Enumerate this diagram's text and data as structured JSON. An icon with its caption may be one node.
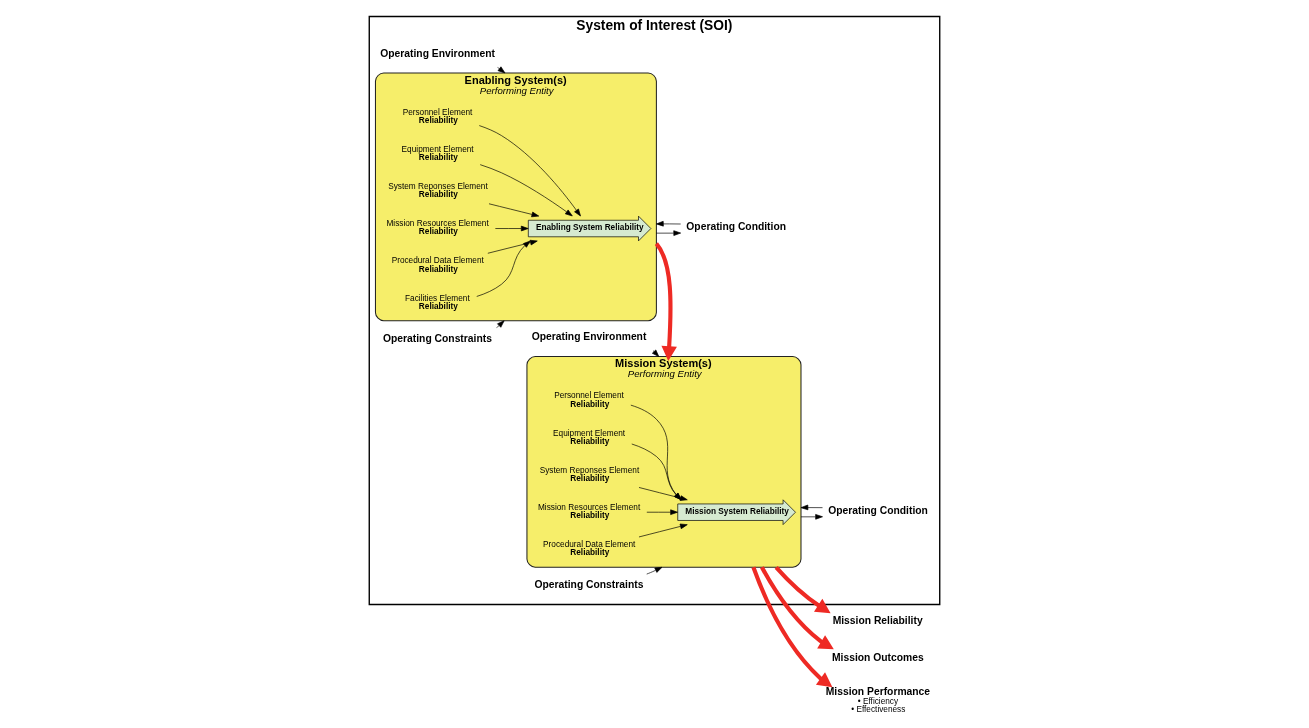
{
  "diagram": {
    "nodes": [
      {
        "text": [
          "System of Interest (SOI)"
        ]
      },
      {
        "text": [
          "Operating Environment"
        ],
        "in": 0
      },
      {
        "text": [
          "Operating Constraints"
        ],
        "in": 0
      },
      {
        "text": [
          "Enabling System(s)",
          "Performing Entity"
        ],
        "in": 0
      },
      {
        "text": [
          "Personnel Element",
          "Reliability"
        ],
        "in": 3
      },
      {
        "text": [
          "Equipment Element",
          "Reliability"
        ],
        "in": 3
      },
      {
        "text": [
          "System Reponses Element",
          "Reliability"
        ],
        "in": 3
      },
      {
        "text": [
          "Enabling System Reliability"
        ],
        "in": 3
      },
      {
        "text": [
          "Mission Resources Element",
          "Reliability"
        ],
        "in": 3
      },
      {
        "text": [
          "Procedural Data Element",
          "Reliability"
        ],
        "in": 3
      },
      {
        "text": [
          "Facilities Element",
          "Reliability"
        ],
        "in": 3
      },
      {
        "text": [
          "Operating Environment"
        ],
        "in": 0
      },
      {
        "text": [
          "Operating Constraints"
        ],
        "in": 0
      },
      {
        "text": [
          "Mission System(s)",
          "Performing Entity"
        ],
        "in": 0
      },
      {
        "text": [
          "Personnel Element",
          "Reliability"
        ],
        "in": 13
      },
      {
        "text": [
          "Equipment Element",
          "Reliability"
        ],
        "in": 13
      },
      {
        "text": [
          "System Reponses Element",
          "Reliability"
        ],
        "in": 13
      },
      {
        "text": [
          "Mission System Reliability"
        ],
        "in": 13
      },
      {
        "text": [
          "Mission Resources Element",
          "Reliability"
        ],
        "in": 13
      },
      {
        "text": [
          "Procedural Data Element",
          "Reliability"
        ],
        "in": 13
      },
      {
        "text": [
          "Operating Condition"
        ],
        "in": 0
      },
      {
        "text": [
          "Operating Condition"
        ],
        "in": 0
      },
      {
        "text": [
          "Mission Reliability"
        ]
      },
      {
        "text": [
          "Mission Outcomes"
        ]
      },
      {
        "text": [
          "Mission Performance",
          "• Efficiency",
          "• Effectiveness"
        ]
      }
    ],
    "edges": [
      {
        "from": 1,
        "to": 3,
        "arrow": "to"
      },
      {
        "from": 2,
        "to": 3,
        "arrow": "to"
      },
      {
        "from": 4,
        "to": 7,
        "arrow": "to"
      },
      {
        "from": 5,
        "to": 7,
        "arrow": "to"
      },
      {
        "from": 6,
        "to": 7,
        "arrow": "to"
      },
      {
        "from": 8,
        "to": 7,
        "arrow": "to"
      },
      {
        "from": 9,
        "to": 7,
        "arrow": "to"
      },
      {
        "from": 10,
        "to": 7,
        "arrow": "to"
      },
      {
        "from": 3,
        "to": 13,
        "arrow": "to",
        "style": "thick",
        "color": "#ee2a24"
      },
      {
        "from": 11,
        "to": 13,
        "arrow": "to"
      },
      {
        "from": 12,
        "to": 13,
        "arrow": "to"
      },
      {
        "from": 14,
        "to": 17,
        "arrow": "to"
      },
      {
        "from": 15,
        "to": 17,
        "arrow": "to"
      },
      {
        "from": 16,
        "to": 17,
        "arrow": "to"
      },
      {
        "from": 18,
        "to": 17,
        "arrow": "to"
      },
      {
        "from": 19,
        "to": 17,
        "arrow": "to"
      },
      {
        "from": 3,
        "to": 20,
        "arrow": "to"
      },
      {
        "from": 20,
        "to": 3,
        "arrow": "to"
      },
      {
        "from": 13,
        "to": 21,
        "arrow": "to"
      },
      {
        "from": 21,
        "to": 13,
        "arrow": "to"
      },
      {
        "from": 13,
        "to": 22,
        "arrow": "to",
        "style": "thick",
        "color": "#ee2a24"
      },
      {
        "from": 13,
        "to": 23,
        "arrow": "to",
        "style": "thick",
        "color": "#ee2a24"
      },
      {
        "from": 13,
        "to": 24,
        "arrow": "to",
        "style": "thick",
        "color": "#ee2a24"
      }
    ]
  }
}
